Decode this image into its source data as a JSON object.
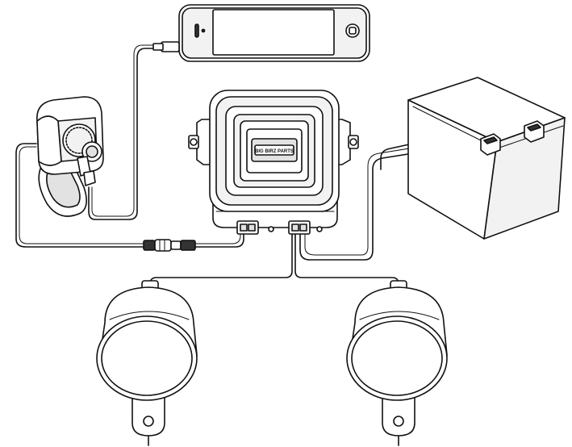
{
  "diagram": {
    "brand_label": "BIG BIRZ PARTS",
    "components": [
      {
        "id": "smartphone",
        "icon": "smartphone-icon"
      },
      {
        "id": "handlebar-control",
        "icon": "handlebar-remote-icon"
      },
      {
        "id": "amplifier",
        "icon": "amplifier-icon"
      },
      {
        "id": "battery",
        "icon": "battery-icon"
      },
      {
        "id": "speaker-left",
        "icon": "speaker-icon"
      },
      {
        "id": "speaker-right",
        "icon": "speaker-icon"
      },
      {
        "id": "inline-connector",
        "icon": "connector-icon"
      }
    ],
    "colors": {
      "line": "#111111",
      "background": "#ffffff",
      "grille": "#222222"
    }
  }
}
